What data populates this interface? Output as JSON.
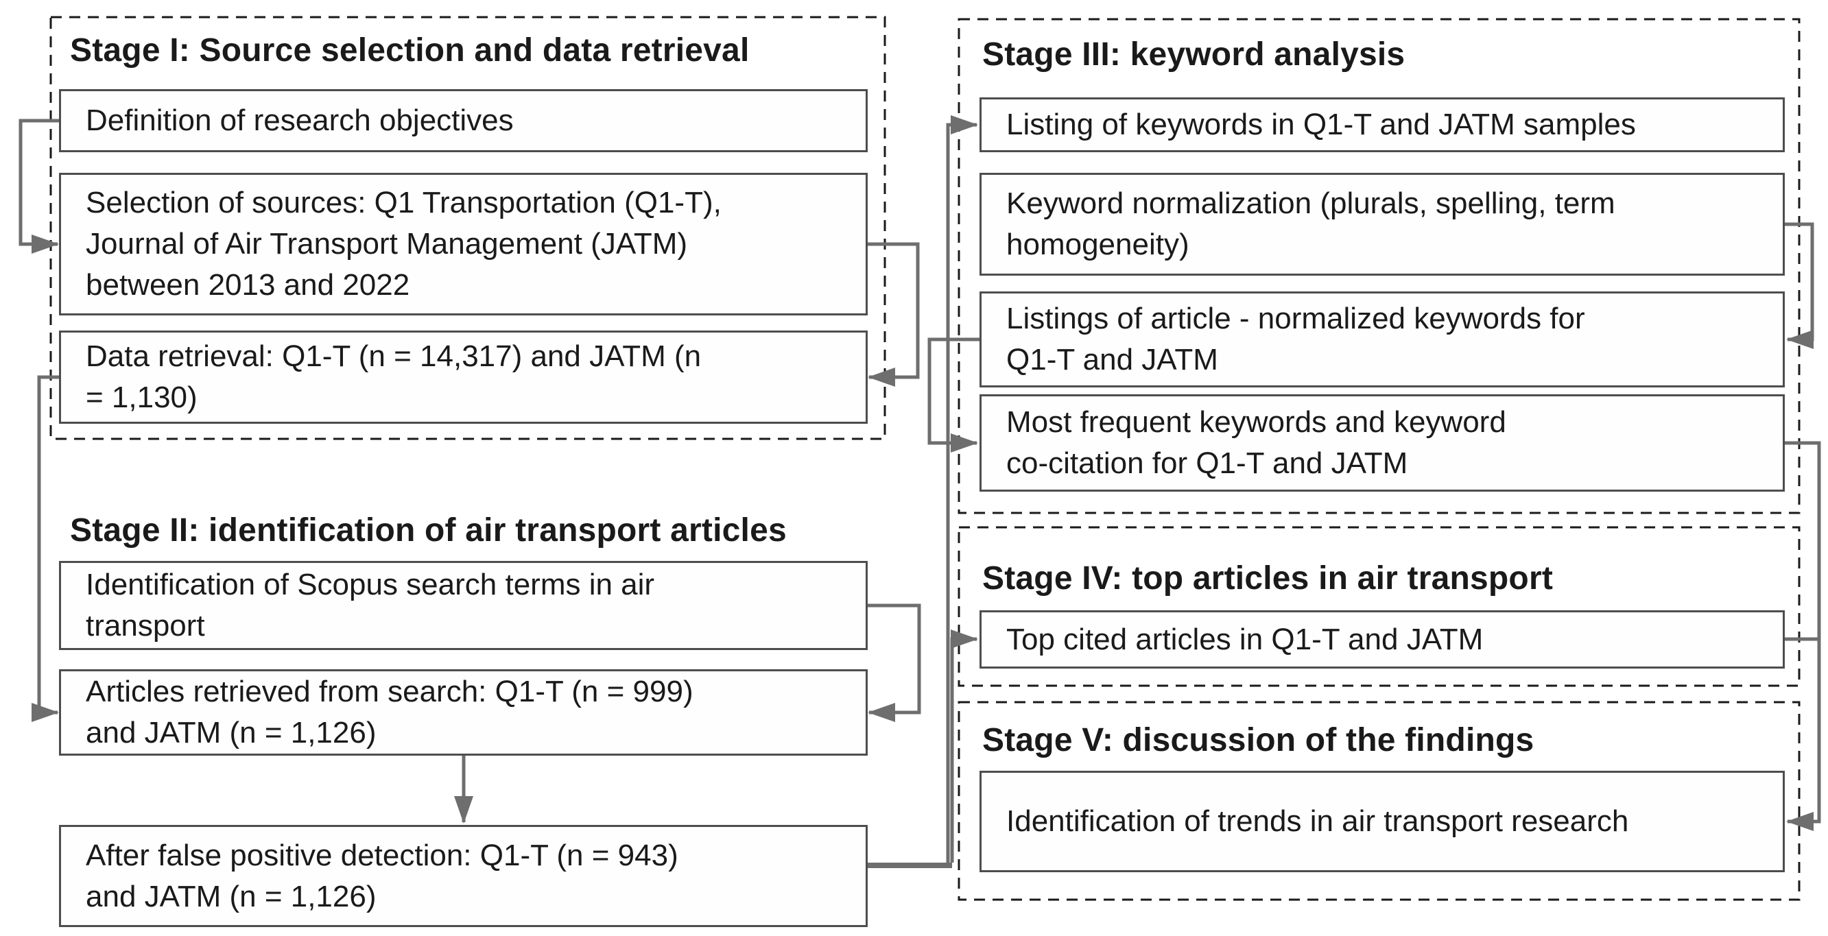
{
  "colors": {
    "page_bg": "#ffffff",
    "connector": "#6e6e6e",
    "box_border": "#4d4d4d",
    "box_fill": "#fefefe",
    "dashed_border": "#1a1a1a",
    "text": "#1a1a1a"
  },
  "stages": {
    "s1": {
      "title": "Stage I: Source selection and data retrieval",
      "boxes": [
        "Definition of research objectives",
        "Selection of sources: Q1 Transportation (Q1-T),\nJournal of Air Transport Management (JATM)\nbetween 2013 and 2022",
        "Data retrieval: Q1-T (n = 14,317) and JATM (n\n= 1,130)"
      ]
    },
    "s2": {
      "title": "Stage II: identification of air transport articles",
      "boxes": [
        "Identification of Scopus search terms in air\ntransport",
        "Articles retrieved from search: Q1-T (n = 999)\nand JATM (n = 1,126)",
        "After false positive detection: Q1-T (n = 943)\nand JATM (n = 1,126)"
      ]
    },
    "s3": {
      "title": "Stage III: keyword analysis",
      "boxes": [
        "Listing of keywords in Q1-T and JATM samples",
        "Keyword normalization (plurals, spelling, term\nhomogeneity)",
        "Listings of article - normalized keywords for\nQ1-T and JATM",
        "Most frequent keywords and keyword\nco-citation for Q1-T and JATM"
      ]
    },
    "s4": {
      "title": "Stage IV: top articles in air transport",
      "boxes": [
        "Top cited articles in Q1-T and JATM"
      ]
    },
    "s5": {
      "title": "Stage V: discussion of the findings",
      "boxes": [
        "Identification of trends in air transport research"
      ]
    }
  }
}
